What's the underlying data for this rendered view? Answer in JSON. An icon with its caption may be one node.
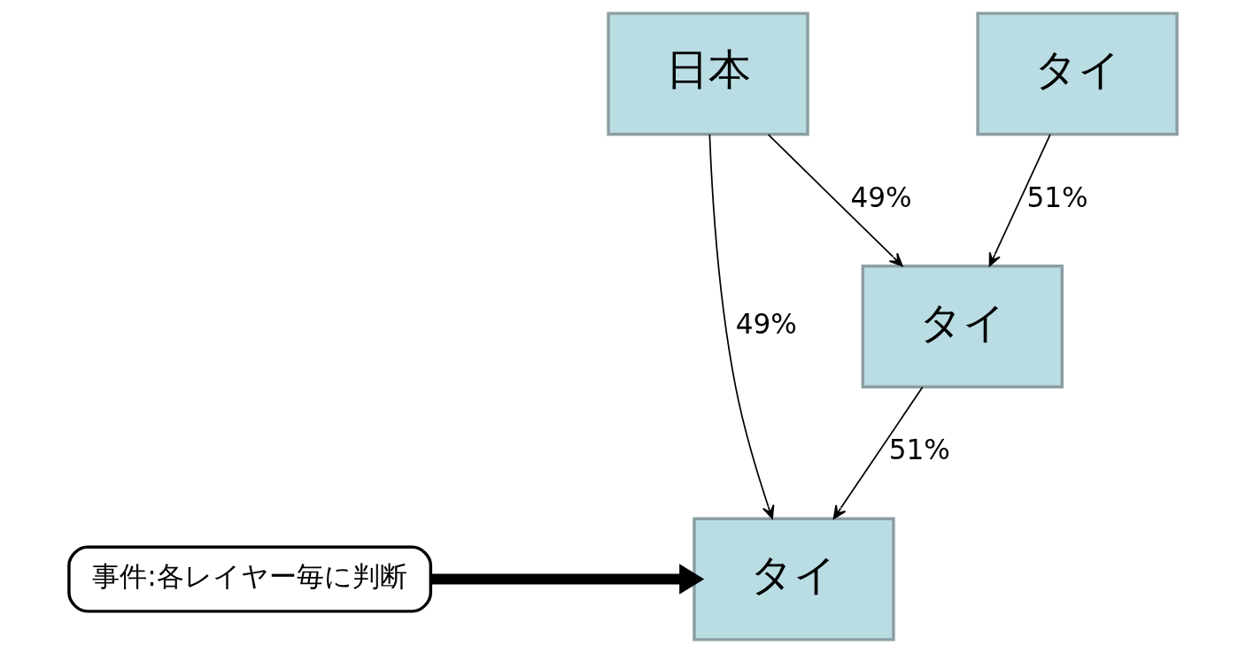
{
  "diagram": {
    "nodes": [
      {
        "text": [
          "日本"
        ]
      },
      {
        "text": [
          "タイ"
        ]
      },
      {
        "text": [
          "タイ"
        ]
      },
      {
        "text": [
          "タイ"
        ]
      },
      {
        "text": [
          "事件:各レイヤー毎に判断"
        ]
      }
    ],
    "edges": [
      {
        "from": 0,
        "to": 2,
        "arrow": "to",
        "label": "49%"
      },
      {
        "from": 1,
        "to": 2,
        "arrow": "to",
        "label": "51%"
      },
      {
        "from": 0,
        "to": 3,
        "arrow": "to",
        "label": "49%"
      },
      {
        "from": 2,
        "to": 3,
        "arrow": "to",
        "label": "51%"
      },
      {
        "from": 4,
        "to": 3,
        "arrow": "to",
        "style": "thick"
      }
    ]
  }
}
